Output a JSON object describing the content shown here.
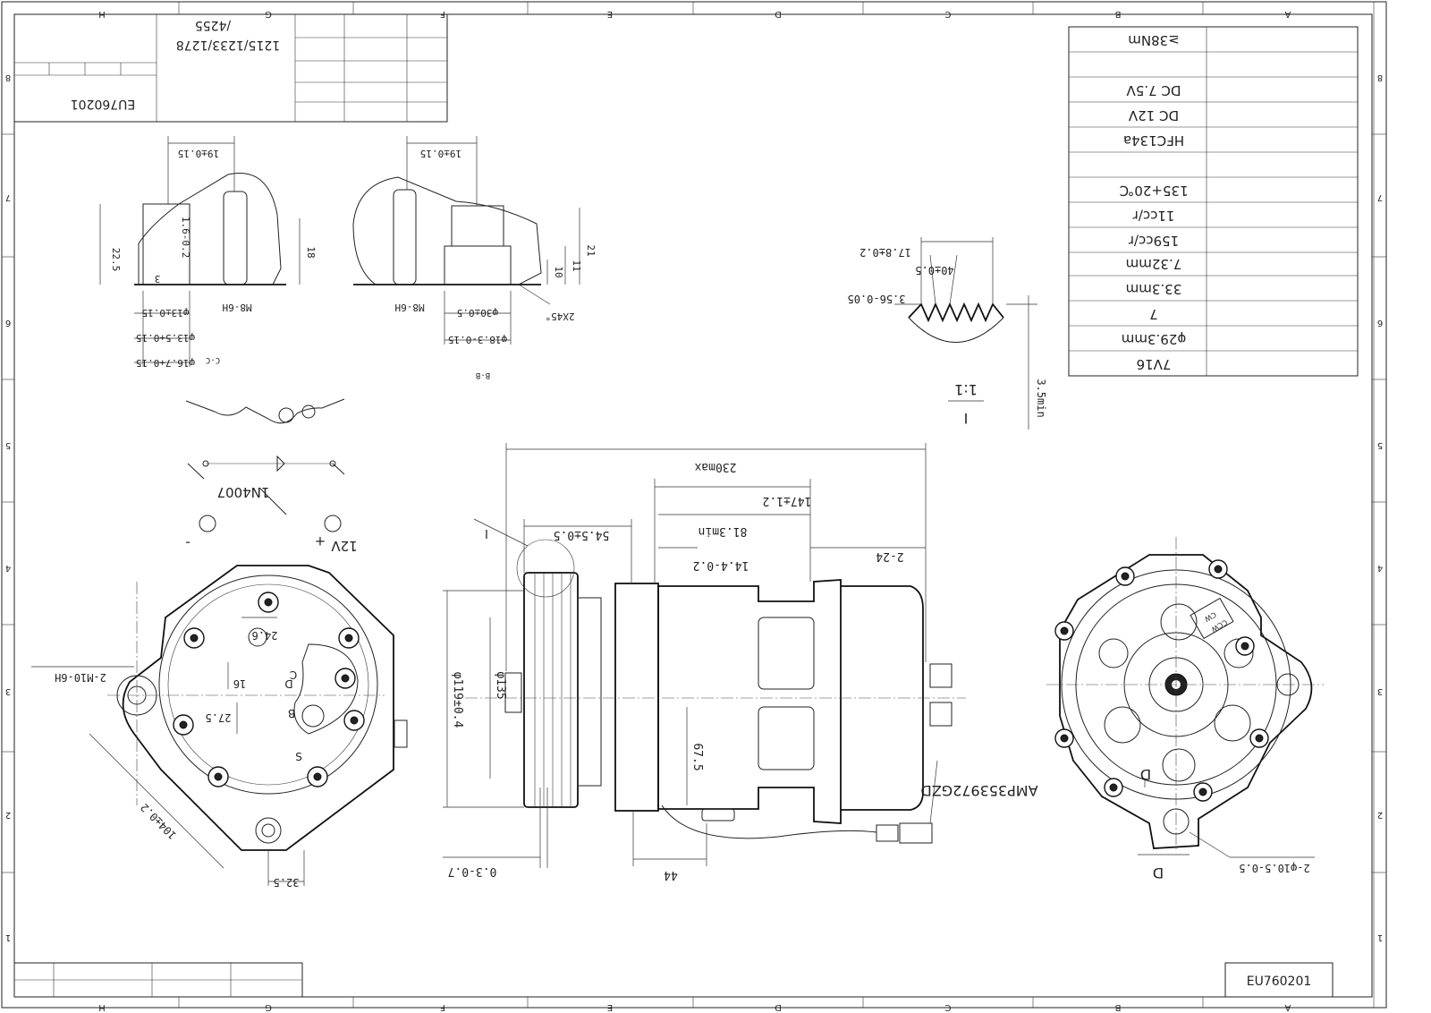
{
  "frame": {
    "column_letters": [
      "H",
      "G",
      "F",
      "E",
      "D",
      "C",
      "B",
      "A"
    ],
    "row_numbers": [
      "8",
      "7",
      "6",
      "5",
      "4",
      "3",
      "2",
      "1"
    ]
  },
  "title_block": {
    "model_code": "EU760201",
    "part_refs_line1": "1215/1233/1278",
    "part_refs_line2": "/4255"
  },
  "drawing_number": "EU760201",
  "spec_table": {
    "rows": [
      "≥38Nm",
      "",
      "DC 7.5V",
      "DC 12V",
      "HFC134a",
      "",
      "135+20℃",
      "11cc/r",
      "159cc/r",
      "7.32mm",
      "33.3mm",
      "7",
      "φ29.3mm",
      "7V16"
    ]
  },
  "section_cc": {
    "label": "C-C",
    "dims": [
      "19±0.15",
      "22.5",
      "1.6-0.2",
      "18",
      "M8-6H",
      "φ13±0.15",
      "φ13.5+0.15",
      "φ16.7+0.15",
      "3"
    ]
  },
  "section_bb": {
    "label": "B-B",
    "dims": [
      "19±0.15",
      "21",
      "11",
      "10",
      "M8-6H",
      "φ30±0.5",
      "φ18.3-0.15",
      "2X45°"
    ]
  },
  "detail_i": {
    "label": "I",
    "scale": "1:1",
    "dims": [
      "17.8±0.2",
      "40±0.5",
      "3.56-0.05",
      "3.5min"
    ]
  },
  "circuit": {
    "diode": "1N4007",
    "voltage": "12V",
    "plus": "+",
    "minus": "-"
  },
  "side_view": {
    "dims": [
      "230max",
      "147±1.2",
      "54.5±0.5",
      "81.3min",
      "14.4-0.2",
      "2-24",
      "φ119±0.4",
      "φ135",
      "67.5",
      "0.3-0.7",
      "44"
    ],
    "connector_part": "AMP353972GZD",
    "detail_ref": "I"
  },
  "front_view": {
    "dims": [
      "2-M10-6H",
      "24.6",
      "16",
      "27.5",
      "104±0.2",
      "32.5"
    ],
    "labels": [
      "B",
      "C",
      "S",
      "D"
    ]
  },
  "rear_view": {
    "dims": [
      "2-φ10.5-0.5"
    ],
    "labels": [
      "D",
      "D"
    ],
    "direction_badge": [
      "CW",
      "CCW"
    ]
  }
}
